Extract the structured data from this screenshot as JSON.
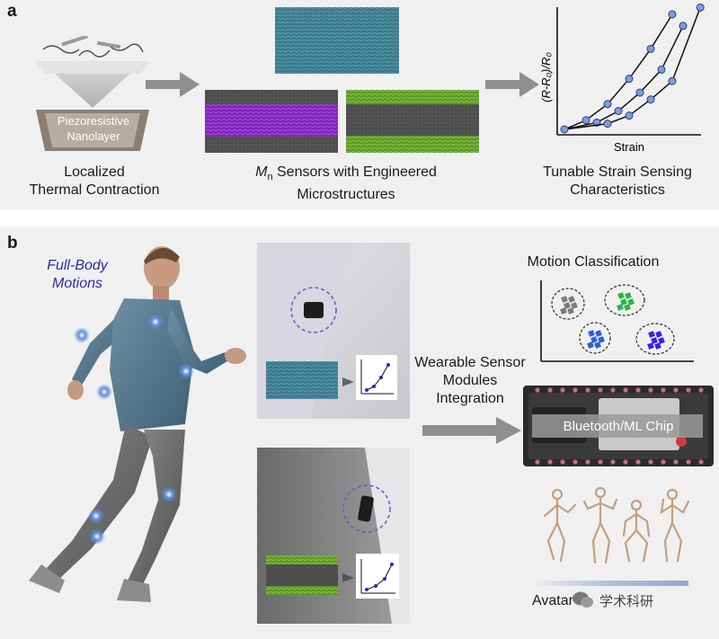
{
  "panel_a": {
    "label": "a",
    "nanolayer_label_line1": "Piezoresistive",
    "nanolayer_label_line2": "Nanolayer",
    "caption1_line1": "Localized",
    "caption1_line2": "Thermal Contraction",
    "caption2_M": "M",
    "caption2_sub": "n",
    "caption2_rest": " Sensors with Engineered",
    "caption2_line2": "Microstructures",
    "caption3_line1": "Tunable Strain Sensing",
    "caption3_line2": "Characteristics",
    "chart_ylabel": "(R-R₀)/R₀",
    "chart_xlabel": "Strain",
    "colors": {
      "teal": "#3f7f95",
      "purple": "#8a2fc0",
      "green": "#6aa82f",
      "dot": "#7a9ed8"
    }
  },
  "panel_b": {
    "label": "b",
    "fullbody_line1": "Full-Body",
    "fullbody_line2": "Motions",
    "motion_title": "Motion Classification",
    "integration_line1": "Wearable Sensor",
    "integration_line2": "Modules",
    "integration_line3": "Integration",
    "chip_label": "Bluetooth/ML Chip",
    "avatar_label": "Avatar",
    "watermark": "学术科研",
    "cluster_colors": [
      "#7a7a7a",
      "#2db34a",
      "#2f5fd6",
      "#3a22e0"
    ]
  },
  "chart_data": {
    "type": "line",
    "title": "",
    "xlabel": "Strain",
    "ylabel": "(R-R₀)/R₀",
    "series": [
      {
        "x": [
          0,
          1,
          2,
          3,
          4,
          5
        ],
        "y": [
          0,
          0.8,
          2.2,
          4.4,
          7.0,
          10.0
        ]
      },
      {
        "x": [
          0,
          1.5,
          2.5,
          3.5,
          4.5,
          5.5
        ],
        "y": [
          0,
          0.6,
          1.6,
          3.2,
          5.2,
          9.0
        ]
      },
      {
        "x": [
          0,
          2,
          3,
          4,
          5,
          6.3
        ],
        "y": [
          0,
          0.5,
          1.2,
          2.6,
          4.2,
          10.6
        ]
      }
    ]
  }
}
